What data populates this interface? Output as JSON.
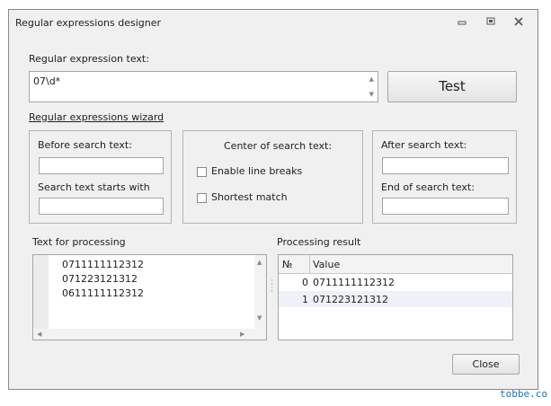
{
  "window": {
    "title": "Regular expressions designer",
    "minimize_icon": "minimize-icon",
    "restore_icon": "restore-icon",
    "close_icon": "close-icon"
  },
  "regex": {
    "label": "Regular expression text:",
    "value": "07\\d*"
  },
  "test_button": "Test",
  "wizard_link": "Regular expressions wizard",
  "before_group": {
    "before_label": "Before search text:",
    "before_value": "",
    "starts_label": "Search text starts with",
    "starts_value": ""
  },
  "center_group": {
    "title": "Center of search text:",
    "line_breaks": "Enable line breaks",
    "shortest": "Shortest match"
  },
  "after_group": {
    "after_label": "After search text:",
    "after_value": "",
    "end_label": "End of search text:",
    "end_value": ""
  },
  "processing": {
    "label": "Text for processing",
    "lines": [
      "0711111112312",
      "071223121312",
      "0611111112312"
    ]
  },
  "result": {
    "label": "Processing result",
    "col_no": "№",
    "col_value": "Value",
    "rows": [
      {
        "n": "0",
        "value": "0711111112312"
      },
      {
        "n": "1",
        "value": "071223121312"
      }
    ]
  },
  "close_button": "Close",
  "watermark": "tobbe.co"
}
